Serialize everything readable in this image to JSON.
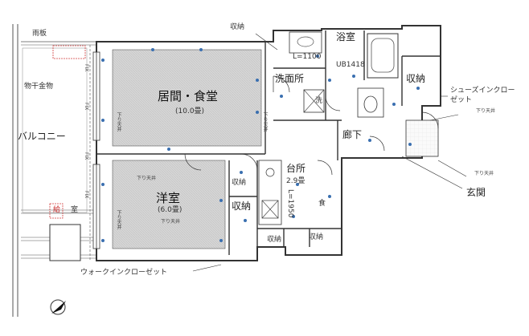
{
  "labels": {
    "rain_shelter": "雨板",
    "laundry_fixture": "物干金物",
    "balcony": "バルコニー",
    "outdoor_unit": "給",
    "outdoor_unit_2": "室",
    "storage_top": "収納",
    "living_dining": "居間・食堂",
    "living_size": "(10.0畳)",
    "wash_room": "洗面所",
    "bathroom": "浴室",
    "bath_unit": "UB1418",
    "l_dim": "L=1100",
    "storage_right": "収納",
    "shoes_closet": "シューズインクローゼット",
    "drop_ceiling_1": "下り天井",
    "wash_mark": "洗",
    "hallway": "廊下",
    "drop_ceiling_2": "下り天井",
    "entrance": "玄関",
    "western_room": "洋室",
    "western_size": "(6.0畳)",
    "storage_small": "収納",
    "storage_wic": "収納",
    "kitchen": "台所",
    "kitchen_size": "2.9畳",
    "kitchen_l": "L=1950",
    "food_mark": "食",
    "storage_bottom_left": "収納",
    "storage_bottom_right": "収納",
    "walk_in_closet": "ウォークインクローゼット",
    "drop_ceiling_small": "下り天井",
    "drop_ceiling_small_2": "下り天井",
    "drop_ceiling_small_3": "下り天井",
    "drop_ceiling_small_4": "下り天井",
    "drop_ceiling_small_5": "下り天井",
    "fix_1": "FIX",
    "fix_2": "FIX",
    "fix_3": "FIX",
    "fix_4": "FIX"
  },
  "colors": {
    "wall": "#333333",
    "floor_hatch": "#cfcfcf",
    "room_fill": "#ffffff",
    "dot": "#3a6fb0",
    "red": "#d23b3b"
  }
}
